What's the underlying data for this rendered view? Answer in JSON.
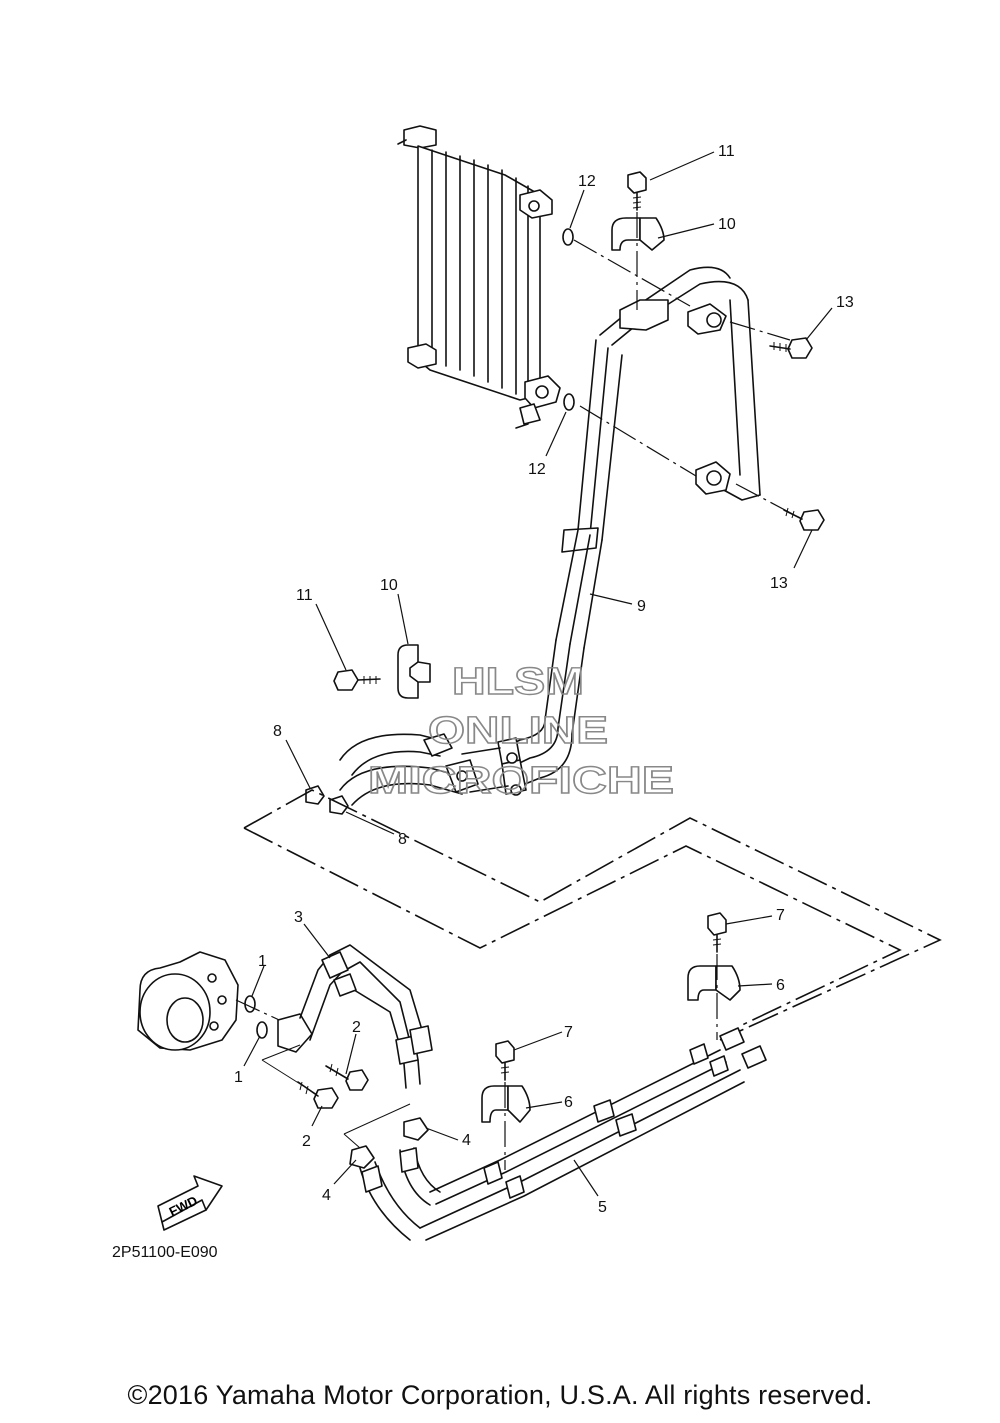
{
  "diagram": {
    "labels": [
      {
        "id": "12a",
        "text": "12"
      },
      {
        "id": "11a",
        "text": "11"
      },
      {
        "id": "10a",
        "text": "10"
      },
      {
        "id": "13a",
        "text": "13"
      },
      {
        "id": "12b",
        "text": "12"
      },
      {
        "id": "13b",
        "text": "13"
      },
      {
        "id": "9",
        "text": "9"
      },
      {
        "id": "11b",
        "text": "11"
      },
      {
        "id": "10b",
        "text": "10"
      },
      {
        "id": "8a",
        "text": "8"
      },
      {
        "id": "8b",
        "text": "8"
      },
      {
        "id": "3",
        "text": "3"
      },
      {
        "id": "7a",
        "text": "7"
      },
      {
        "id": "1a",
        "text": "1"
      },
      {
        "id": "6a",
        "text": "6"
      },
      {
        "id": "2a",
        "text": "2"
      },
      {
        "id": "7b",
        "text": "7"
      },
      {
        "id": "1b",
        "text": "1"
      },
      {
        "id": "6b",
        "text": "6"
      },
      {
        "id": "4a",
        "text": "4"
      },
      {
        "id": "2b",
        "text": "2"
      },
      {
        "id": "4b",
        "text": "4"
      },
      {
        "id": "5",
        "text": "5"
      }
    ],
    "fwd_label": "FWD",
    "code": "2P51100-E090"
  },
  "watermark": {
    "line1": "HLSM",
    "line2": "ONLINE",
    "line3": "MICROFICHE"
  },
  "footer": {
    "copyright": "©2016 Yamaha Motor Corporation, U.S.A. All rights reserved."
  }
}
